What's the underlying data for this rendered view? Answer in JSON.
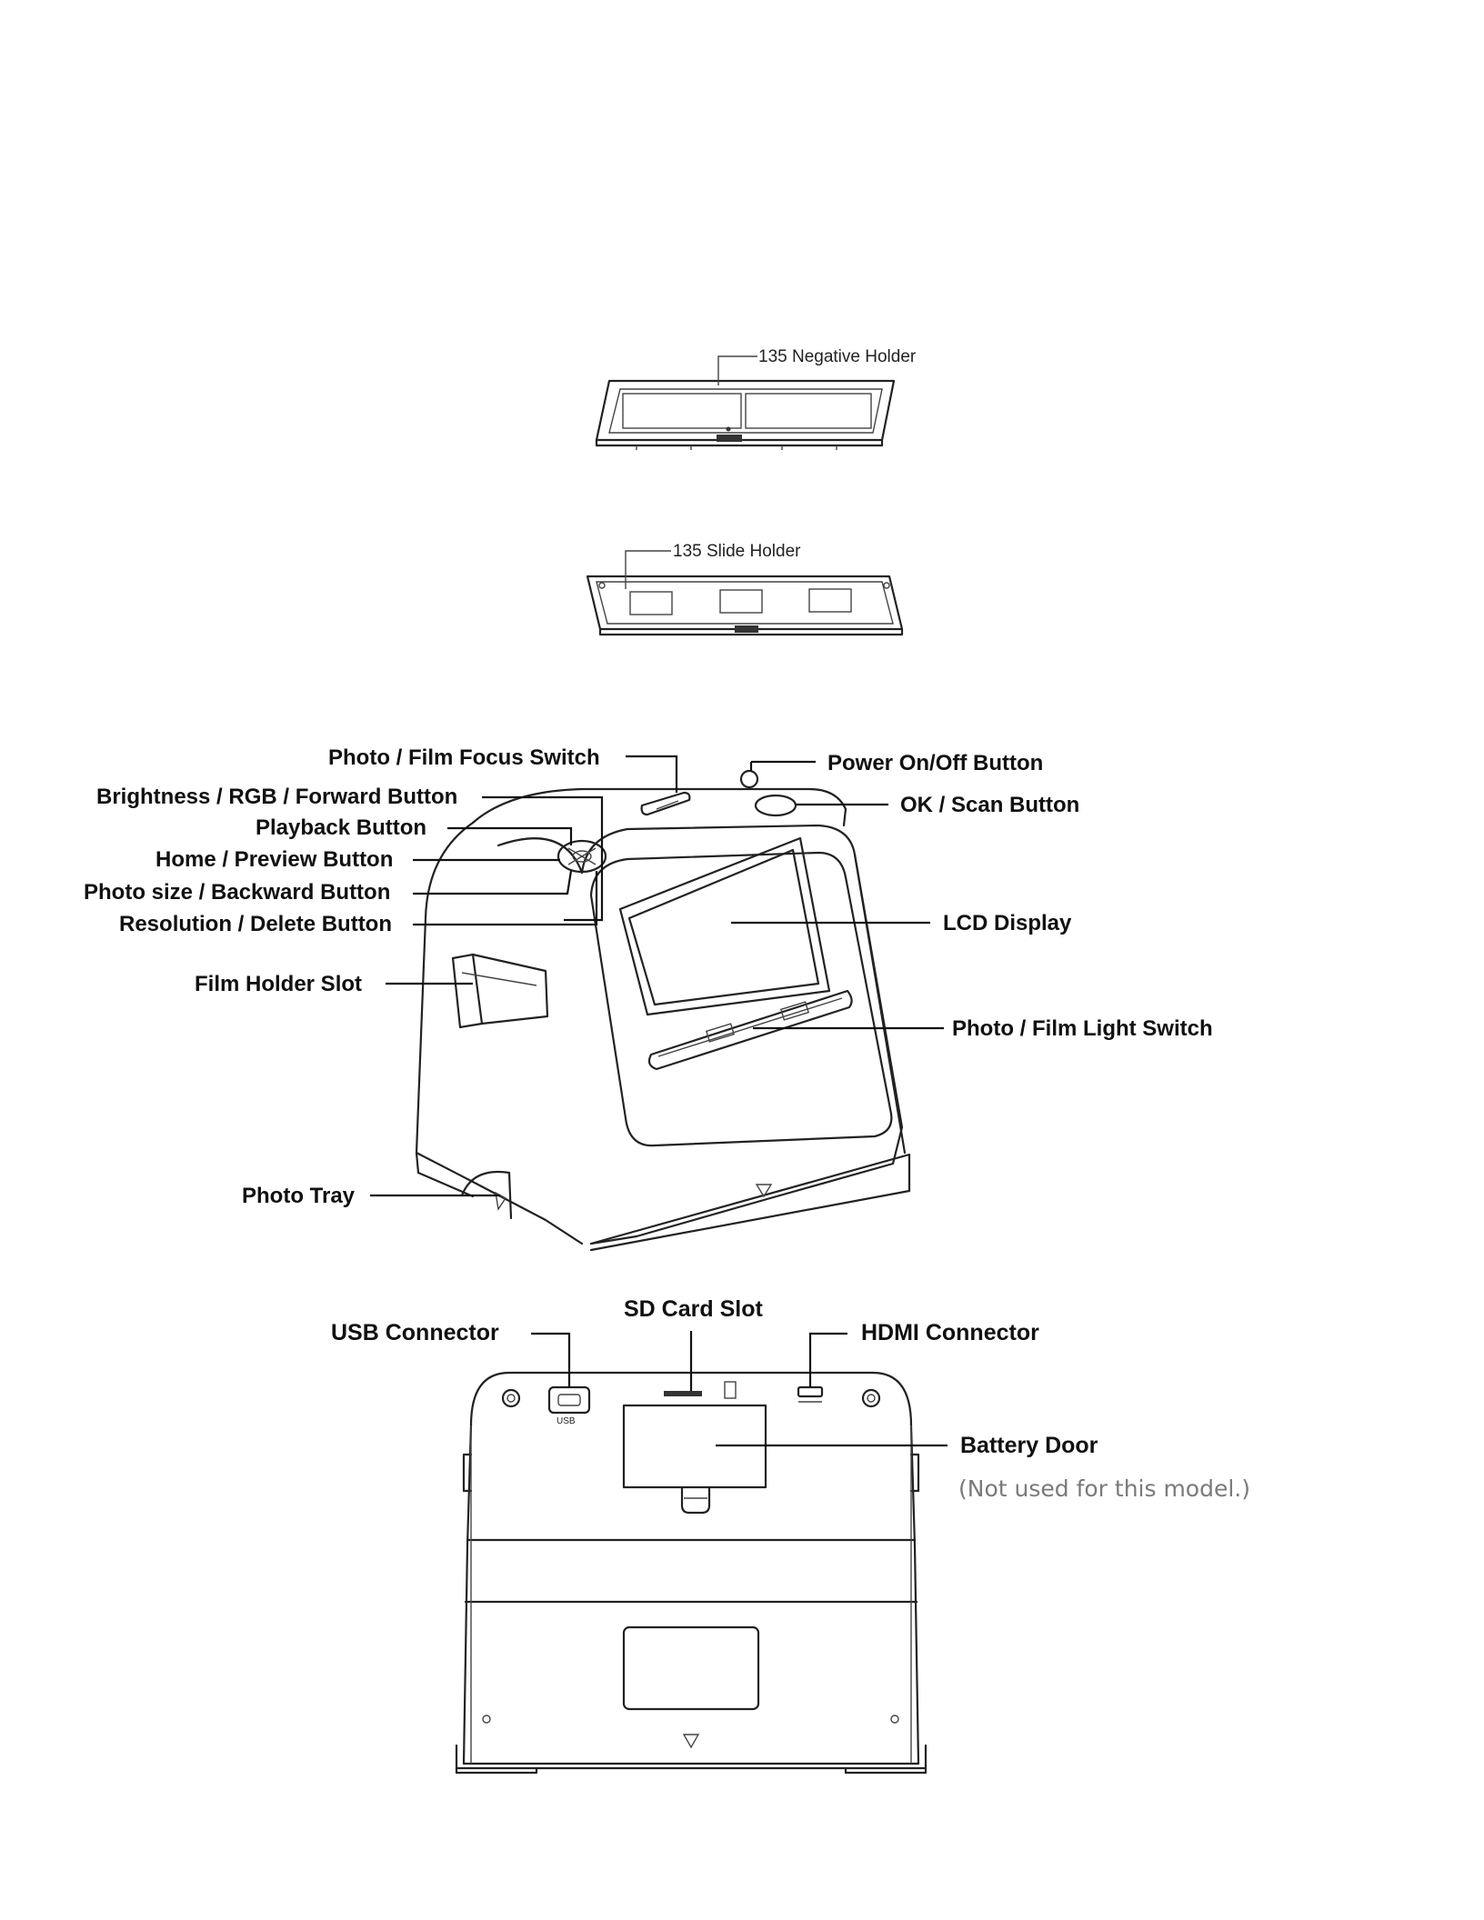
{
  "holders": {
    "negative_label": "135 Negative Holder",
    "slide_label": "135 Slide Holder"
  },
  "front_view": {
    "focus_switch": "Photo / Film Focus Switch",
    "power_button": "Power On/Off Button",
    "brightness_button": "Brightness / RGB / Forward Button",
    "ok_button": "OK / Scan Button",
    "playback_button": "Playback Button",
    "home_button": "Home / Preview Button",
    "photo_size_button": "Photo size / Backward Button",
    "resolution_button": "Resolution / Delete Button",
    "lcd_display": "LCD Display",
    "film_holder_slot": "Film Holder Slot",
    "light_switch": "Photo / Film Light Switch",
    "photo_tray": "Photo Tray"
  },
  "back_view": {
    "usb_connector": "USB Connector",
    "sd_card_slot": "SD Card Slot",
    "hdmi_connector": "HDMI Connector",
    "battery_door": "Battery Door",
    "battery_note": "(Not used for this model.)",
    "usb_port_text": "USB"
  },
  "colors": {
    "label": "#111111",
    "note": "#7a7a7a",
    "drawing": "#222222"
  }
}
